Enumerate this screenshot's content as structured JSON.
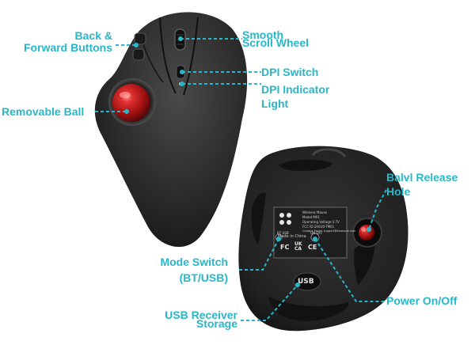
{
  "colors": {
    "accent": "#27b7c9",
    "mouse_body": "#2a2a2a",
    "ball": "#b01818"
  },
  "callouts": {
    "back_forward_line1": "Back &",
    "back_forward_line2": "Forward Buttons",
    "scroll_line1": "Smooth",
    "scroll_line2": "Scroll Wheel",
    "dpi_switch": "DPI Switch",
    "dpi_light_line1": "DPI Indicator",
    "dpi_light_line2": "Light",
    "removable_ball": "Removable Ball",
    "ball_release_line1": "Balvl Release",
    "ball_release_line2": "Hole",
    "mode_switch_line1": "Mode Switch",
    "mode_switch_line2": "(BT/USB)",
    "power": "Power On/Off",
    "usb_storage_line1": "USB Receiver",
    "usb_storage_line2": "Storage"
  },
  "underside": {
    "label_line1": "Wireless Mouse",
    "label_line2": "Model:M01",
    "label_line3": "Operating Voltage:3.7V",
    "label_line4": "FCC ID:2A0U0-TM01",
    "label_line5": "Contact Email: support@example.com",
    "made_in": "Made in China",
    "usb_cover": "USB",
    "marks": [
      "FC",
      "UK CA",
      "CE"
    ],
    "switch_caption": "BT  USB",
    "power_caption": "ON OFF"
  }
}
